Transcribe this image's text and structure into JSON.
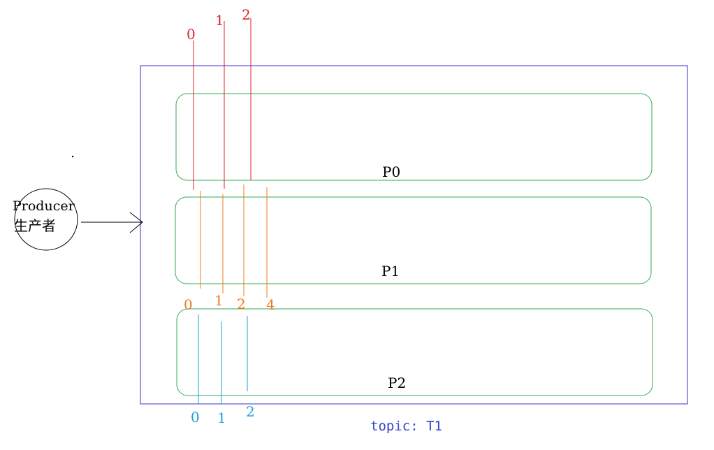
{
  "producer": {
    "label_en": "Producer",
    "label_zh": "生产者"
  },
  "topic": {
    "label": "topic: T1"
  },
  "partitions": [
    {
      "label": "P0",
      "offsets": [
        "0",
        "1",
        "2"
      ]
    },
    {
      "label": "P1",
      "offsets": [
        "0",
        "1",
        "2",
        "4"
      ]
    },
    {
      "label": "P2",
      "offsets": [
        "0",
        "1",
        "2"
      ]
    }
  ],
  "colors": {
    "topic_border": "#3333cc",
    "partition_border": "#33aa55",
    "p0_offsets": "#e0202a",
    "p1_offsets": "#f07820",
    "p2_offsets": "#1aa0d8",
    "topic_label": "#3344cc",
    "ink": "#000000"
  }
}
